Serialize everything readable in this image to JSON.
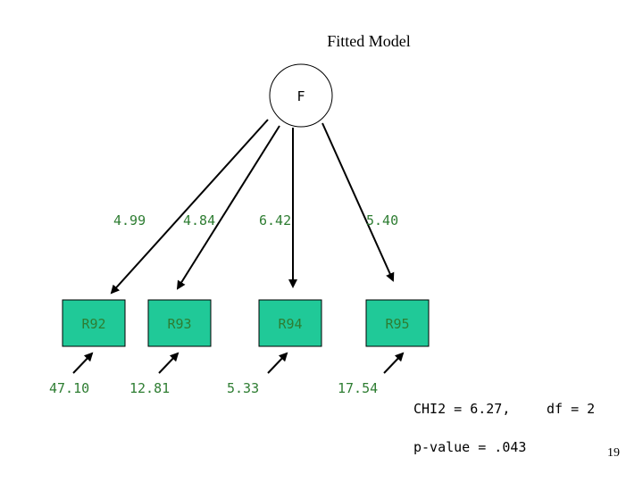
{
  "title": "Fitted Model",
  "factor": {
    "label": "F"
  },
  "indicators": [
    {
      "label": "R92",
      "loading": "4.99",
      "error": "47.10"
    },
    {
      "label": "R93",
      "loading": "4.84",
      "error": "12.81"
    },
    {
      "label": "R94",
      "loading": "6.42",
      "error": "5.33"
    },
    {
      "label": "R95",
      "loading": "5.40",
      "error": "17.54"
    }
  ],
  "stats": {
    "chi2": "CHI2 = 6.27,",
    "df": "df = 2",
    "pvalue": "p-value = .043"
  },
  "page_number": "19",
  "colors": {
    "box_fill": "#20c998",
    "text_green": "#2e7d32",
    "line": "#000000"
  }
}
